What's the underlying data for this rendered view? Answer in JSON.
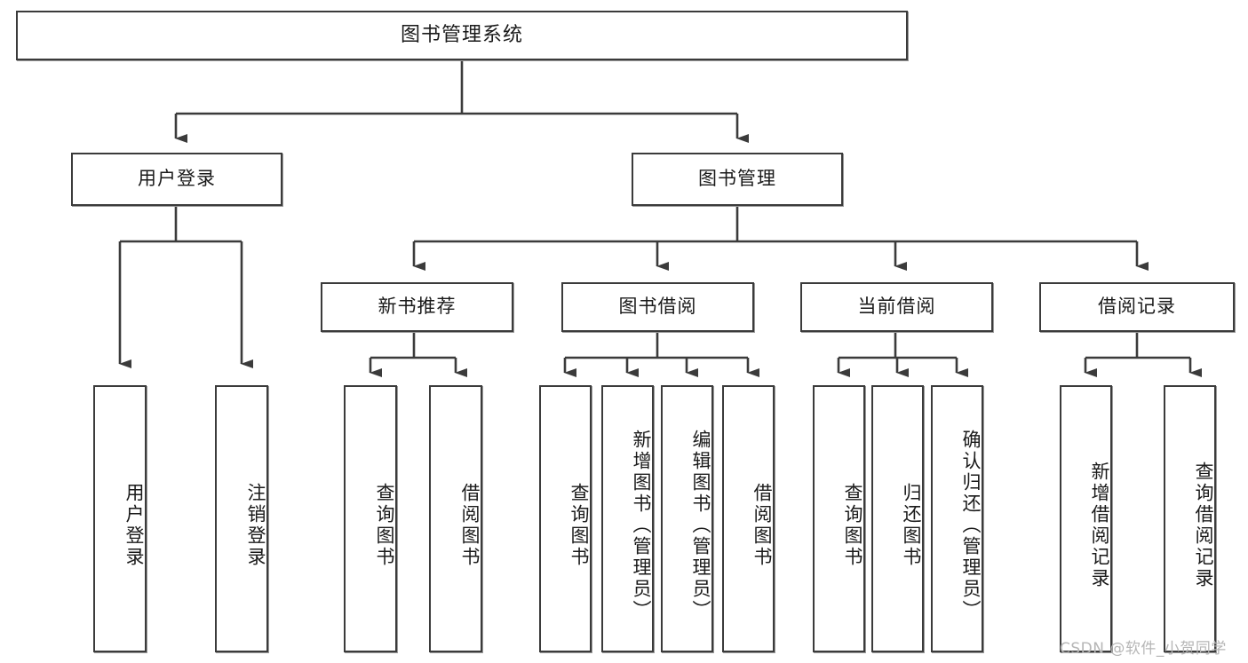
{
  "diagram": {
    "title": "图书管理系统",
    "watermark": "CSDN @软件_小贺同学",
    "colors": {
      "stroke": "#3b3b3b",
      "fill": "#ffffff",
      "text": "#1a1a1a",
      "watermark": "#b6b6b6",
      "shadow": "#9a9a9a"
    },
    "nodes": {
      "root": {
        "label": "图书管理系统"
      },
      "level2": [
        {
          "id": "user-login",
          "label": "用户登录"
        },
        {
          "id": "book-manage",
          "label": "图书管理"
        }
      ],
      "level3": [
        {
          "id": "new-book-recommend",
          "label": "新书推荐"
        },
        {
          "id": "book-borrow",
          "label": "图书借阅"
        },
        {
          "id": "current-borrow",
          "label": "当前借阅"
        },
        {
          "id": "borrow-record",
          "label": "借阅记录"
        }
      ],
      "leaves": {
        "user-login": [
          {
            "id": "leaf-user-login",
            "label": "用户登录"
          },
          {
            "id": "leaf-logout-login",
            "label": "注销登录"
          }
        ],
        "new-book-recommend": [
          {
            "id": "leaf-query-book-1",
            "label": "查询图书"
          },
          {
            "id": "leaf-borrow-book-1",
            "label": "借阅图书"
          }
        ],
        "book-borrow": [
          {
            "id": "leaf-query-book-2",
            "label": "查询图书"
          },
          {
            "id": "leaf-add-book-admin",
            "label": "新增图书（管理员）"
          },
          {
            "id": "leaf-edit-book-admin",
            "label": "编辑图书（管理员）"
          },
          {
            "id": "leaf-borrow-book-2",
            "label": "借阅图书"
          }
        ],
        "current-borrow": [
          {
            "id": "leaf-query-book-3",
            "label": "查询图书"
          },
          {
            "id": "leaf-return-book",
            "label": "归还图书"
          },
          {
            "id": "leaf-confirm-return-admin",
            "label": "确认归还（管理员）"
          }
        ],
        "borrow-record": [
          {
            "id": "leaf-add-borrow-record",
            "label": "新增借阅记录"
          },
          {
            "id": "leaf-query-borrow-record",
            "label": "查询借阅记录"
          }
        ]
      }
    }
  }
}
